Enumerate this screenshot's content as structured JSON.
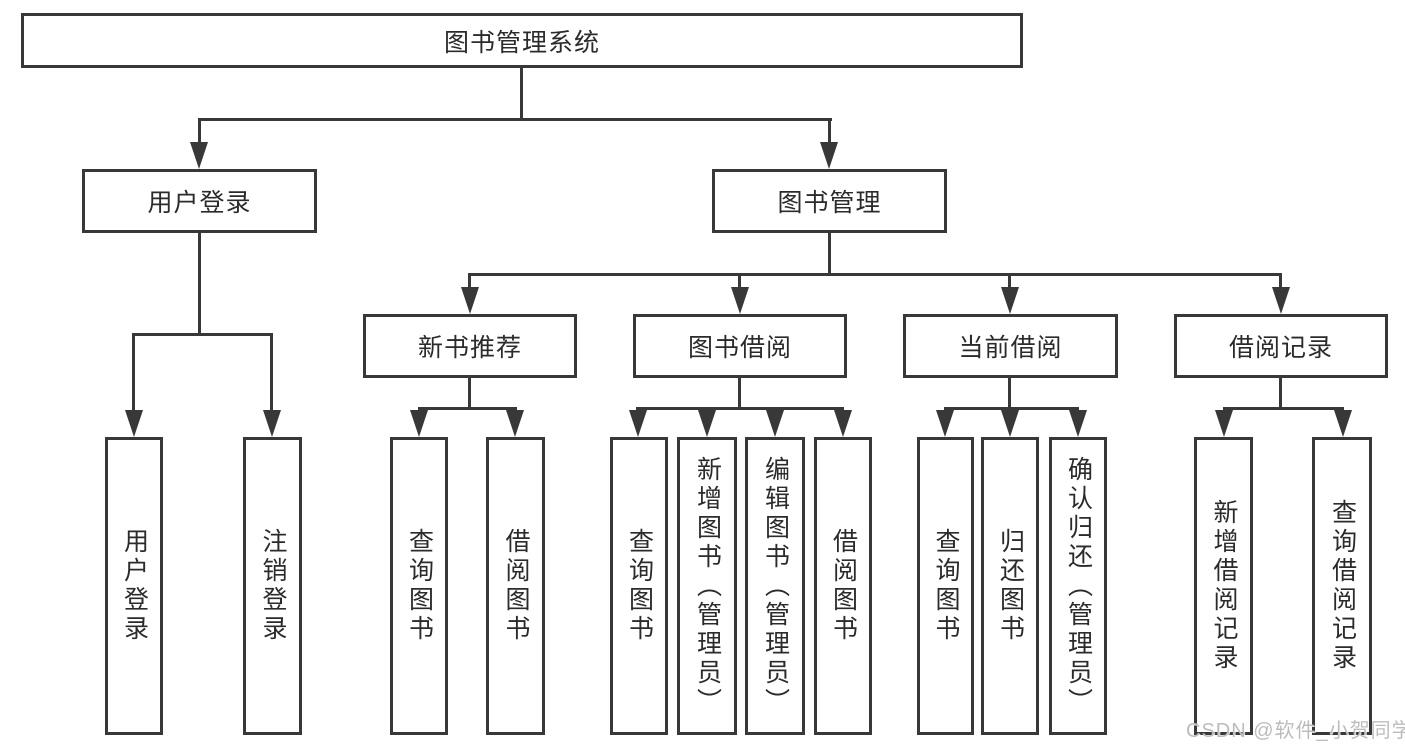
{
  "diagram": {
    "root": {
      "label": "图书管理系统"
    },
    "level2": [
      {
        "label": "用户登录"
      },
      {
        "label": "图书管理"
      }
    ],
    "level3": [
      {
        "label": "新书推荐",
        "parent": "图书管理"
      },
      {
        "label": "图书借阅",
        "parent": "图书管理"
      },
      {
        "label": "当前借阅",
        "parent": "图书管理"
      },
      {
        "label": "借阅记录",
        "parent": "图书管理"
      }
    ],
    "leaves": [
      {
        "label": "用户登录",
        "parent": "用户登录"
      },
      {
        "label": "注销登录",
        "parent": "用户登录"
      },
      {
        "label": "查询图书",
        "parent": "新书推荐"
      },
      {
        "label": "借阅图书",
        "parent": "新书推荐"
      },
      {
        "label": "查询图书",
        "parent": "图书借阅"
      },
      {
        "label": "新增图书（管理员）",
        "parent": "图书借阅"
      },
      {
        "label": "编辑图书（管理员）",
        "parent": "图书借阅"
      },
      {
        "label": "借阅图书",
        "parent": "图书借阅"
      },
      {
        "label": "查询图书",
        "parent": "当前借阅"
      },
      {
        "label": "归还图书",
        "parent": "当前借阅"
      },
      {
        "label": "确认归还（管理员）",
        "parent": "当前借阅"
      },
      {
        "label": "新增借阅记录",
        "parent": "借阅记录"
      },
      {
        "label": "查询借阅记录",
        "parent": "借阅记录"
      }
    ],
    "colors": {
      "line": "#383838",
      "box_border": "#383838",
      "box_fill": "#ffffff",
      "text": "#2b2b2b",
      "background": "#ffffff",
      "watermark": "#bcbcbc"
    }
  },
  "watermark": {
    "text": "CSDN @软件_小贺同学"
  }
}
